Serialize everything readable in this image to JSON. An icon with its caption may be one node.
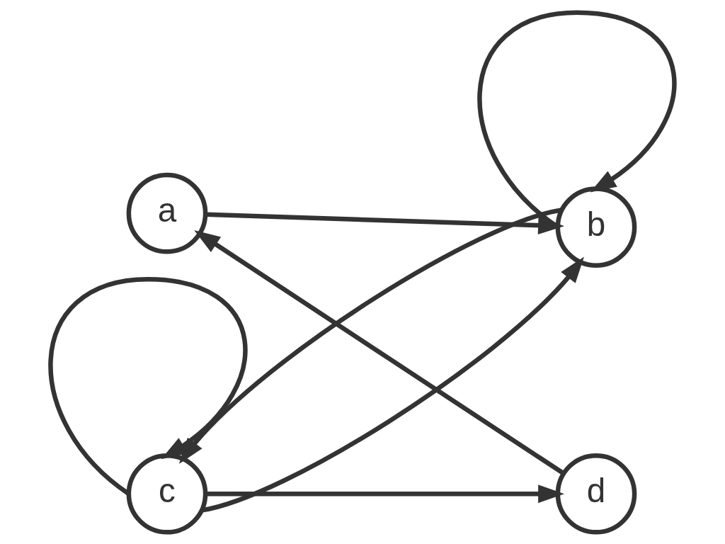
{
  "diagram": {
    "nodes": [
      {
        "text": [
          "a"
        ]
      },
      {
        "text": [
          "b"
        ]
      },
      {
        "text": [
          "c"
        ]
      },
      {
        "text": [
          "d"
        ]
      }
    ],
    "edges": [
      {
        "from": 0,
        "to": 1,
        "arrow": "to"
      },
      {
        "from": 3,
        "to": 0,
        "arrow": "to"
      },
      {
        "from": 2,
        "to": 1,
        "arrow": "to"
      },
      {
        "from": 1,
        "to": 2,
        "arrow": "to"
      },
      {
        "from": 2,
        "to": 3,
        "arrow": "to"
      },
      {
        "from": 1,
        "to": 1,
        "arrow": "to"
      },
      {
        "from": 2,
        "to": 2,
        "arrow": "to"
      }
    ]
  }
}
